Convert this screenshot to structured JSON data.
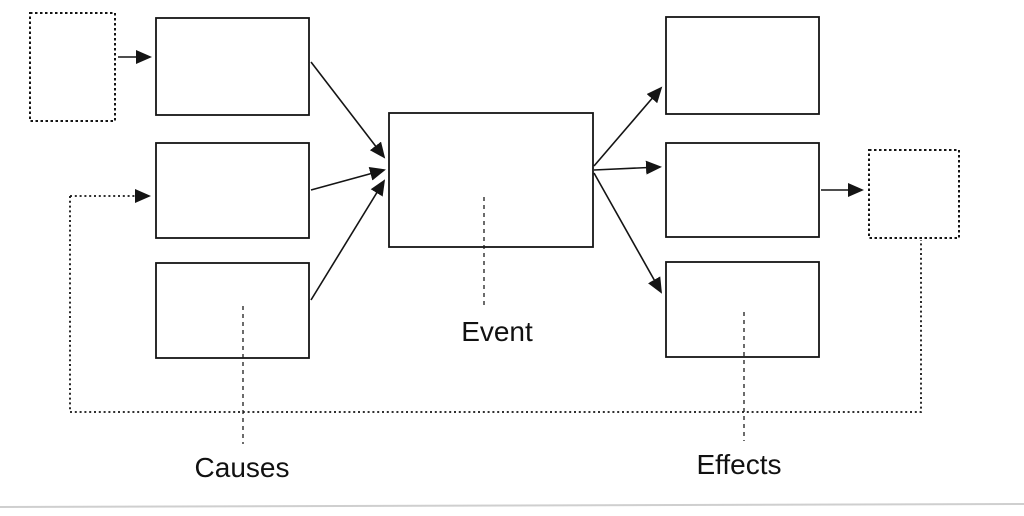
{
  "diagram": {
    "labels": {
      "event": "Event",
      "causes": "Causes",
      "effects": "Effects"
    },
    "line_color": "#141414",
    "background_color": "#ffffff"
  }
}
